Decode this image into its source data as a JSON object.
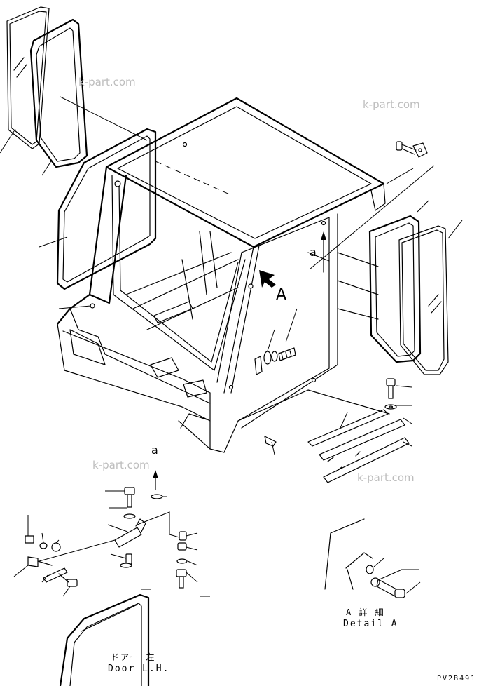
{
  "watermark": "k-part.com",
  "view_labels": {
    "view_marker": "A",
    "arrow_marker_top": "a",
    "arrow_marker_bottom": "a"
  },
  "captions": {
    "detail_jp": "A 詳 細",
    "detail_en": "Detail A",
    "door_jp": "ドアー 左",
    "door_en": "Door L.H."
  },
  "drawing_code": "PV2B491"
}
